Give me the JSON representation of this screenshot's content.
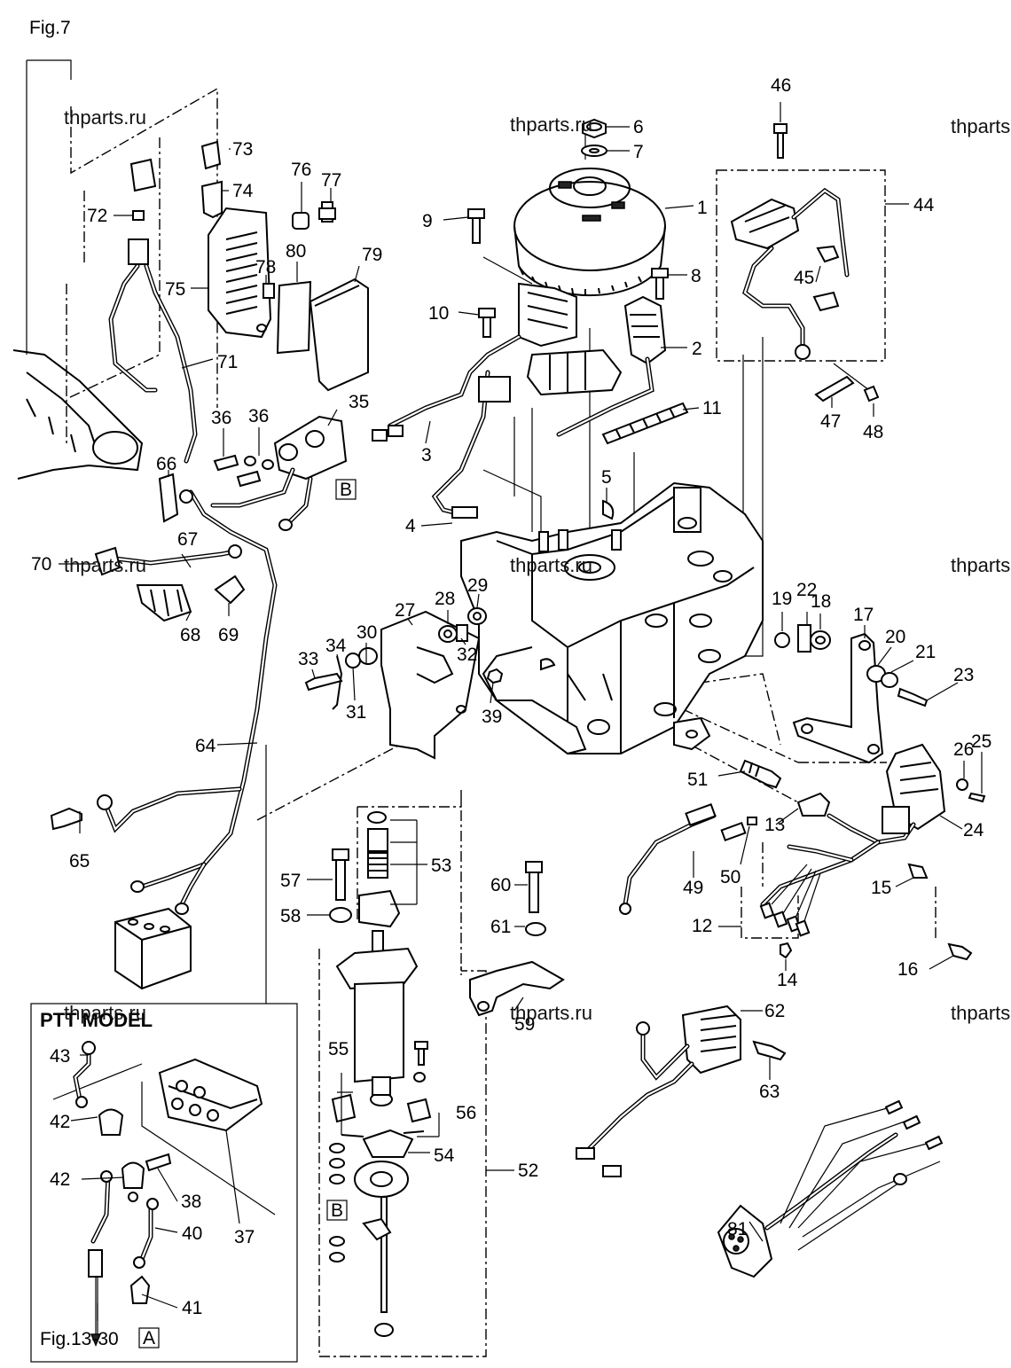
{
  "figure": {
    "ref_top": "Fig.7",
    "ref_bottom": "Fig.13-30",
    "ptt_title": "PTT MODEL"
  },
  "watermarks": [
    "thparts.ru",
    "thparts.ru",
    "thparts.ru",
    "thparts.ru",
    "thparts.ru",
    "thparts.ru",
    "thparts.ru",
    "thparts.ru",
    "thparts.ru"
  ],
  "boxed_labels": {
    "a": "A",
    "b1": "B",
    "b2": "B"
  },
  "callouts": [
    "1",
    "2",
    "3",
    "4",
    "5",
    "6",
    "7",
    "8",
    "9",
    "10",
    "11",
    "12",
    "13",
    "14",
    "15",
    "16",
    "17",
    "18",
    "19",
    "20",
    "21",
    "22",
    "23",
    "24",
    "25",
    "26",
    "27",
    "28",
    "29",
    "30",
    "31",
    "32",
    "33",
    "34",
    "35",
    "36",
    "36",
    "37",
    "38",
    "39",
    "40",
    "41",
    "42",
    "42",
    "43",
    "44",
    "45",
    "46",
    "47",
    "48",
    "49",
    "50",
    "51",
    "52",
    "53",
    "54",
    "55",
    "56",
    "57",
    "58",
    "59",
    "60",
    "61",
    "62",
    "63",
    "64",
    "65",
    "66",
    "67",
    "68",
    "69",
    "70",
    "71",
    "72",
    "73",
    "74",
    "75",
    "76",
    "77",
    "78",
    "79",
    "80",
    "81"
  ]
}
